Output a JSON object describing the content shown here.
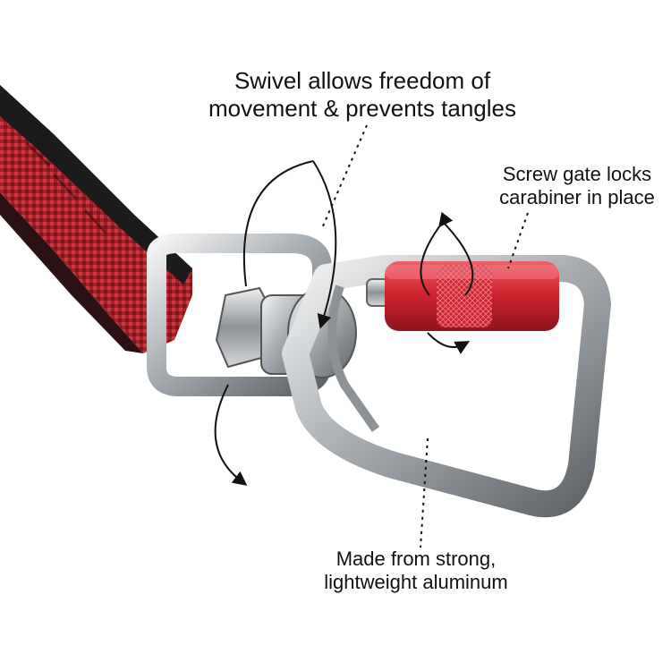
{
  "annotations": {
    "swivel": {
      "line1": "Swivel allows freedom of",
      "line2": "movement & prevents tangles"
    },
    "screw_gate": {
      "line1": "Screw gate locks",
      "line2": "carabiner in place"
    },
    "material": {
      "line1": "Made from strong,",
      "line2": "lightweight aluminum"
    }
  },
  "colors": {
    "background": "#ffffff",
    "strap_red": "#b3252b",
    "strap_black": "#1a1a1a",
    "metal_light": "#d9dcdf",
    "metal_dark": "#6f7478",
    "gate_red": "#d42a33",
    "text": "#111111"
  }
}
